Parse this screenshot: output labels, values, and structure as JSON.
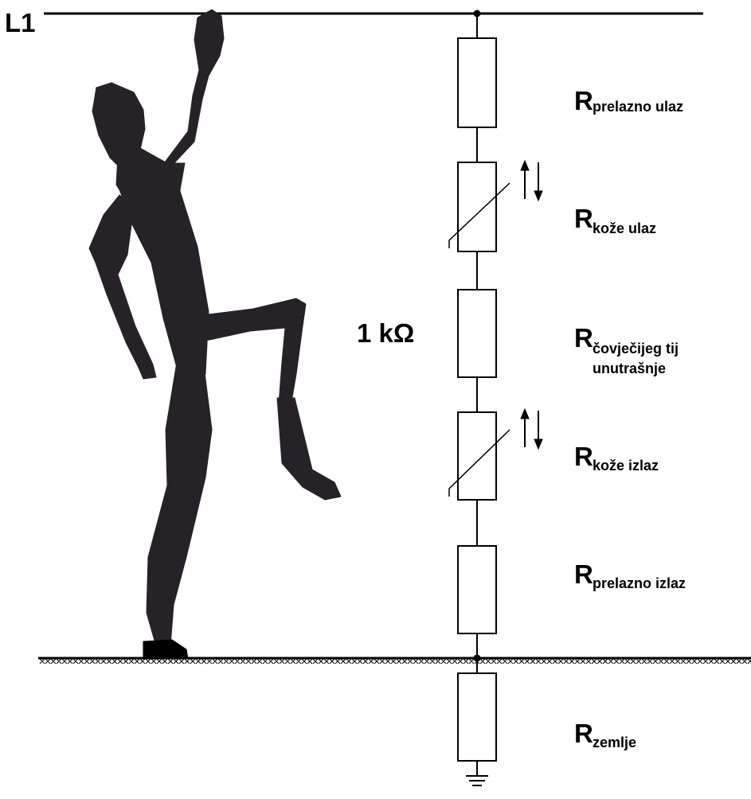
{
  "supply_label": "L1",
  "series_resistance_label": "1 kΩ",
  "resistors": [
    {
      "symbol": "R",
      "subscript": [
        "prelazno ulaz"
      ],
      "variable": false
    },
    {
      "symbol": "R",
      "subscript": [
        "kože ulaz"
      ],
      "variable": true
    },
    {
      "symbol": "R",
      "subscript": [
        "čovječijeg tij",
        "unutrašnje"
      ],
      "variable": false
    },
    {
      "symbol": "R",
      "subscript": [
        "kože izlaz"
      ],
      "variable": true
    },
    {
      "symbol": "R",
      "subscript": [
        "prelazno izlaz"
      ],
      "variable": false
    },
    {
      "symbol": "R",
      "subscript": [
        "zemlje"
      ],
      "variable": false
    }
  ],
  "icons": {
    "person": "person-silhouette-icon",
    "ground": "ground-symbol-icon",
    "adjust_arrows": "up-down-arrows-icon"
  },
  "colors": {
    "line": "#000000",
    "silhouette": "#262228",
    "background": "#ffffff"
  }
}
